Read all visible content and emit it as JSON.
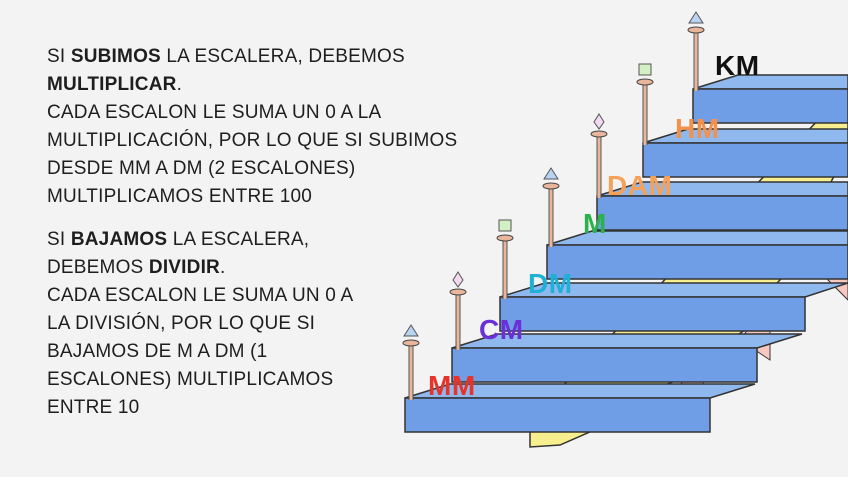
{
  "para1": {
    "l1_a": "SI ",
    "l1_b": "SUBIMOS",
    "l1_c": " LA ESCALERA, DEBEMOS",
    "l2_b": "MULTIPLICAR",
    "l2_c": ".",
    "l3": "CADA ESCALON LE SUMA UN 0 A LA",
    "l4": "MULTIPLICACIÓN, POR LO QUE SI SUBIMOS",
    "l5": "DESDE MM A DM (2 ESCALONES)",
    "l6": "MULTIPLICAMOS ENTRE 100"
  },
  "para2": {
    "l1_a": "SI ",
    "l1_b": "BAJAMOS",
    "l1_c": " LA ESCALERA,",
    "l2_a": "DEBEMOS ",
    "l2_b": "DIVIDIR",
    "l2_c": ".",
    "l3": "CADA ESCALON LE SUMA UN 0 A",
    "l4": "LA DIVISIÓN, POR LO QUE SI",
    "l5": "BAJAMOS DE M A DM (1",
    "l6": "ESCALONES) MULTIPLICAMOS",
    "l7": "ENTRE 10"
  },
  "units": [
    {
      "label": "MM",
      "color": "#e8332a"
    },
    {
      "label": "CM",
      "color": "#6a2fd8"
    },
    {
      "label": "DM",
      "color": "#1fb0d6"
    },
    {
      "label": "M",
      "color": "#2bb24c"
    },
    {
      "label": "DAM",
      "color": "#f6a15a"
    },
    {
      "label": "HM",
      "color": "#f3914a"
    },
    {
      "label": "KM",
      "color": "#111111"
    }
  ],
  "colors": {
    "step_top": "#8fb8ee",
    "step_front": "#6f9ee6",
    "side_wall": "#f7ef8e",
    "side_shadow": "#f6c8c0",
    "post": "#e9b59b"
  },
  "post_ornaments": [
    "triangle",
    "diamond",
    "square",
    "triangle",
    "diamond",
    "square",
    "triangle"
  ]
}
